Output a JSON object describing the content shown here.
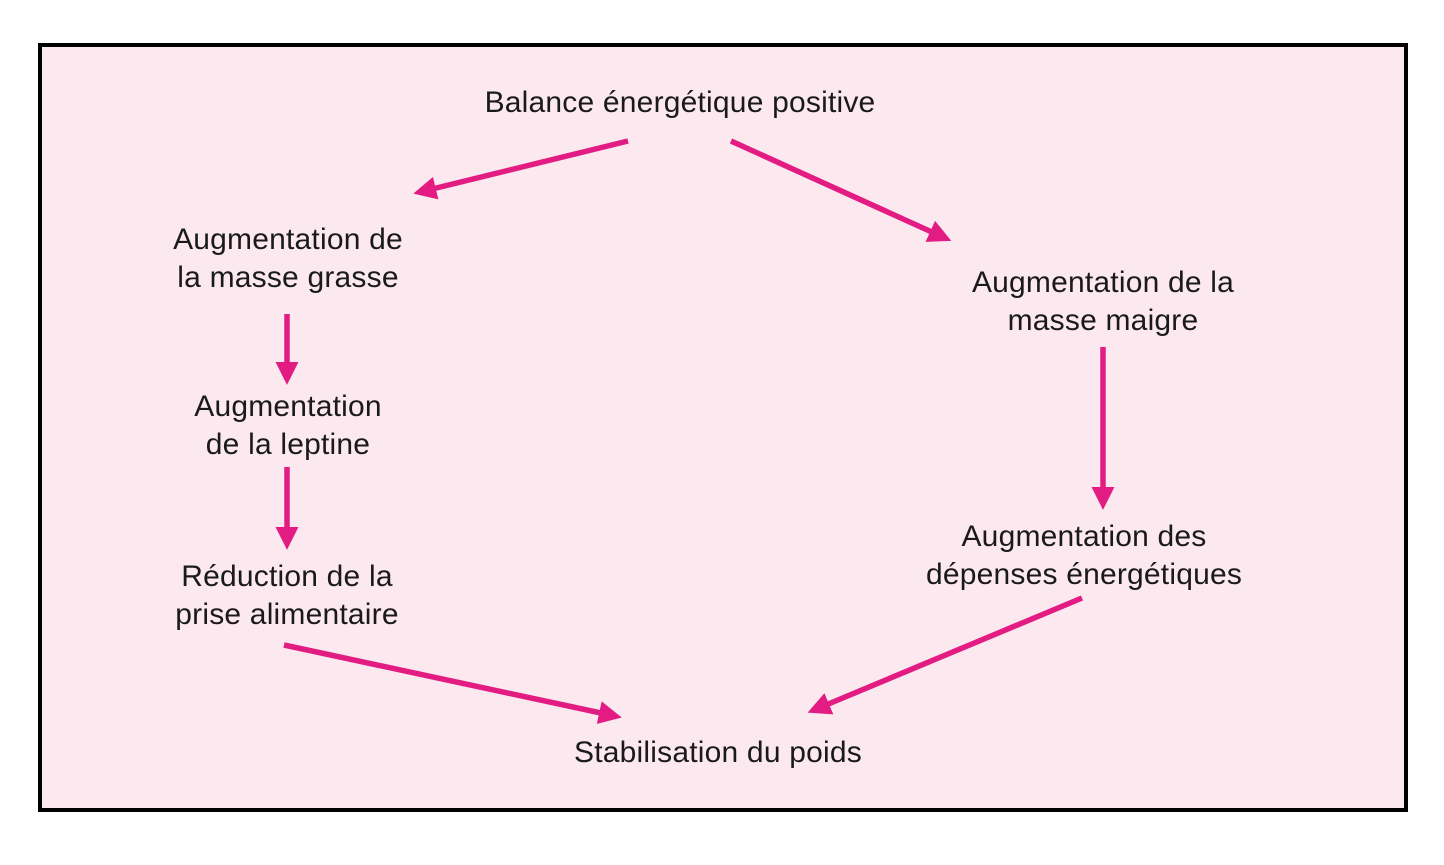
{
  "diagram": {
    "type": "flowchart",
    "language": "fr",
    "nodes": {
      "balance": {
        "label": "Balance énergétique positive"
      },
      "masse_grasse": {
        "label": "Augmentation de\nla masse grasse"
      },
      "leptine": {
        "label": "Augmentation\nde la leptine"
      },
      "prise_alimentaire": {
        "label": "Réduction de la\nprise alimentaire"
      },
      "masse_maigre": {
        "label": "Augmentation de la\nmasse maigre"
      },
      "depenses": {
        "label": "Augmentation des\ndépenses énergétiques"
      },
      "stabilisation": {
        "label": "Stabilisation du poids"
      }
    },
    "edges": [
      {
        "from": "balance",
        "to": "masse_grasse"
      },
      {
        "from": "balance",
        "to": "masse_maigre"
      },
      {
        "from": "masse_grasse",
        "to": "leptine"
      },
      {
        "from": "leptine",
        "to": "prise_alimentaire"
      },
      {
        "from": "prise_alimentaire",
        "to": "stabilisation"
      },
      {
        "from": "masse_maigre",
        "to": "depenses"
      },
      {
        "from": "depenses",
        "to": "stabilisation"
      }
    ]
  },
  "colors": {
    "arrow": "#e31c83",
    "panel-bg": "#fbe9ef",
    "panel-border": "#000000",
    "text": "#1a1a1a",
    "page-bg": "#ffffff"
  }
}
